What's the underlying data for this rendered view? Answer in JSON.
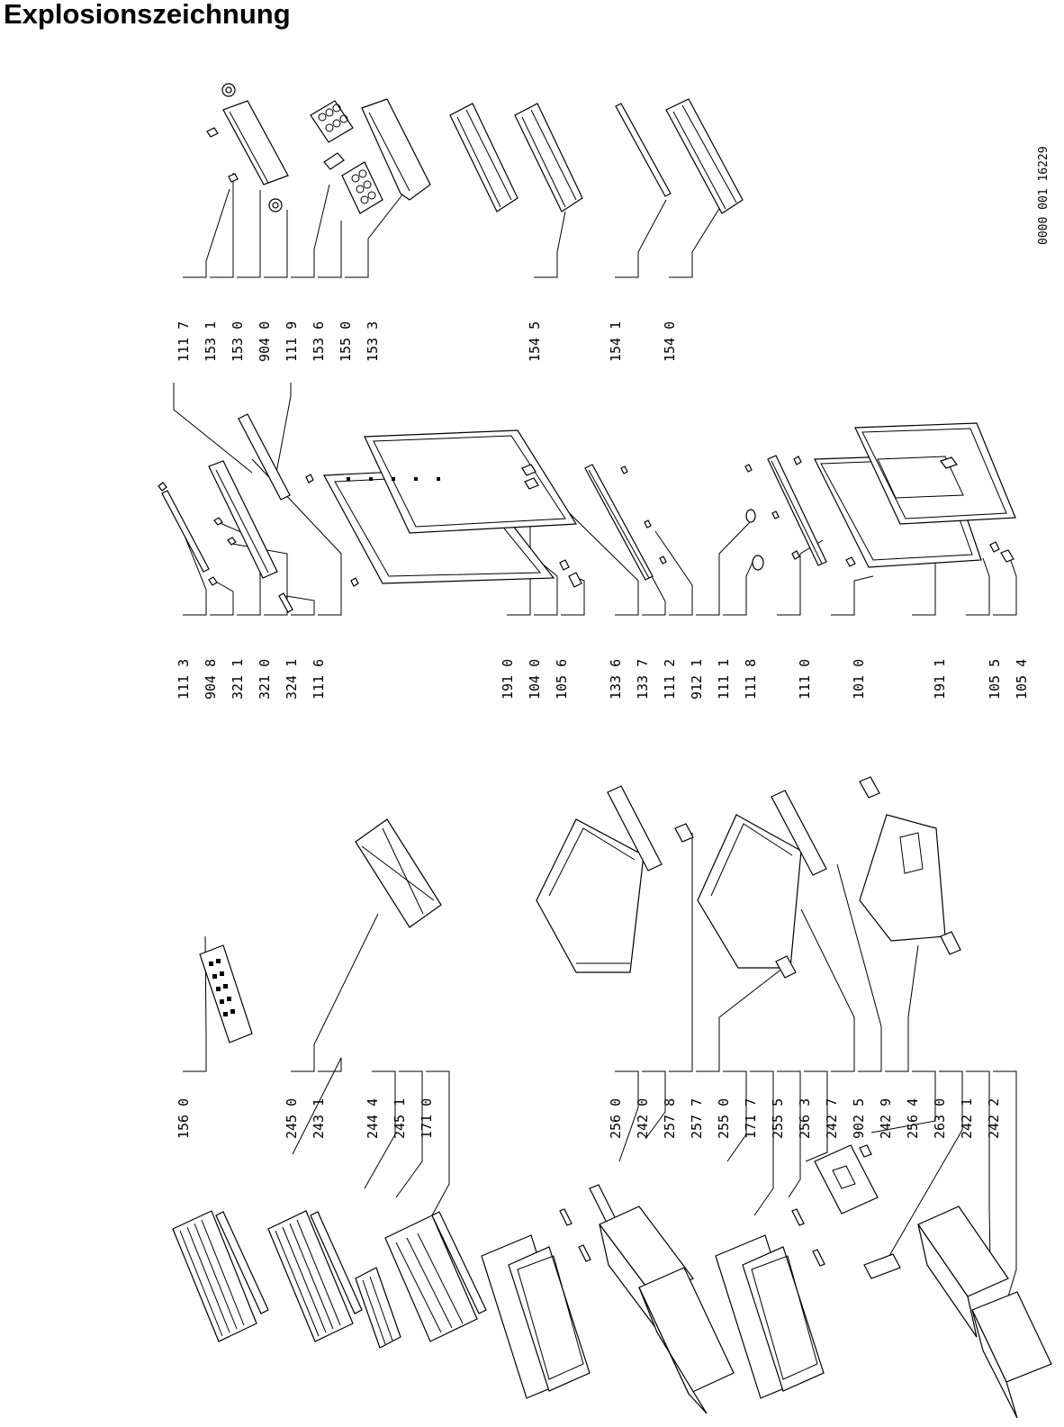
{
  "title": "Explosionszeichnung",
  "document_number": "0000 001 16229",
  "labels": {
    "l1117": "111 7",
    "l1531": "153 1",
    "l1530": "153 0",
    "l9040": "904 0",
    "l1119": "111 9",
    "l1536": "153 6",
    "l1550": "155 0",
    "l1533": "153 3",
    "l1545": "154 5",
    "l1541": "154 1",
    "l1540": "154 0",
    "l1113": "111 3",
    "l9048": "904 8",
    "l3211": "321 1",
    "l3210": "321 0",
    "l3241": "324 1",
    "l1116": "111 6",
    "l1910": "191 0",
    "l1040": "104 0",
    "l1056": "105 6",
    "l1336": "133 6",
    "l1337": "133 7",
    "l1112": "111 2",
    "l9121": "912 1",
    "l1111": "111 1",
    "l1118": "111 8",
    "l1110": "111 0",
    "l1010": "101 0",
    "l1911": "191 1",
    "l1055": "105 5",
    "l1054": "105 4",
    "l1560": "156 0",
    "l2450": "245 0",
    "l2431": "243 1",
    "l2444": "244 4",
    "l2451": "245 1",
    "l1710": "171 0",
    "l2560": "256 0",
    "l2420": "242 0",
    "l2578": "257 8",
    "l2577": "257 7",
    "l2550": "255 0",
    "l1717": "171 7",
    "l2555": "255 5",
    "l2563": "256 3",
    "l2427": "242 7",
    "l9025": "902 5",
    "l2429": "242 9",
    "l2564": "256 4",
    "l2630": "263 0",
    "l2421": "242 1",
    "l2422": "242 2"
  }
}
